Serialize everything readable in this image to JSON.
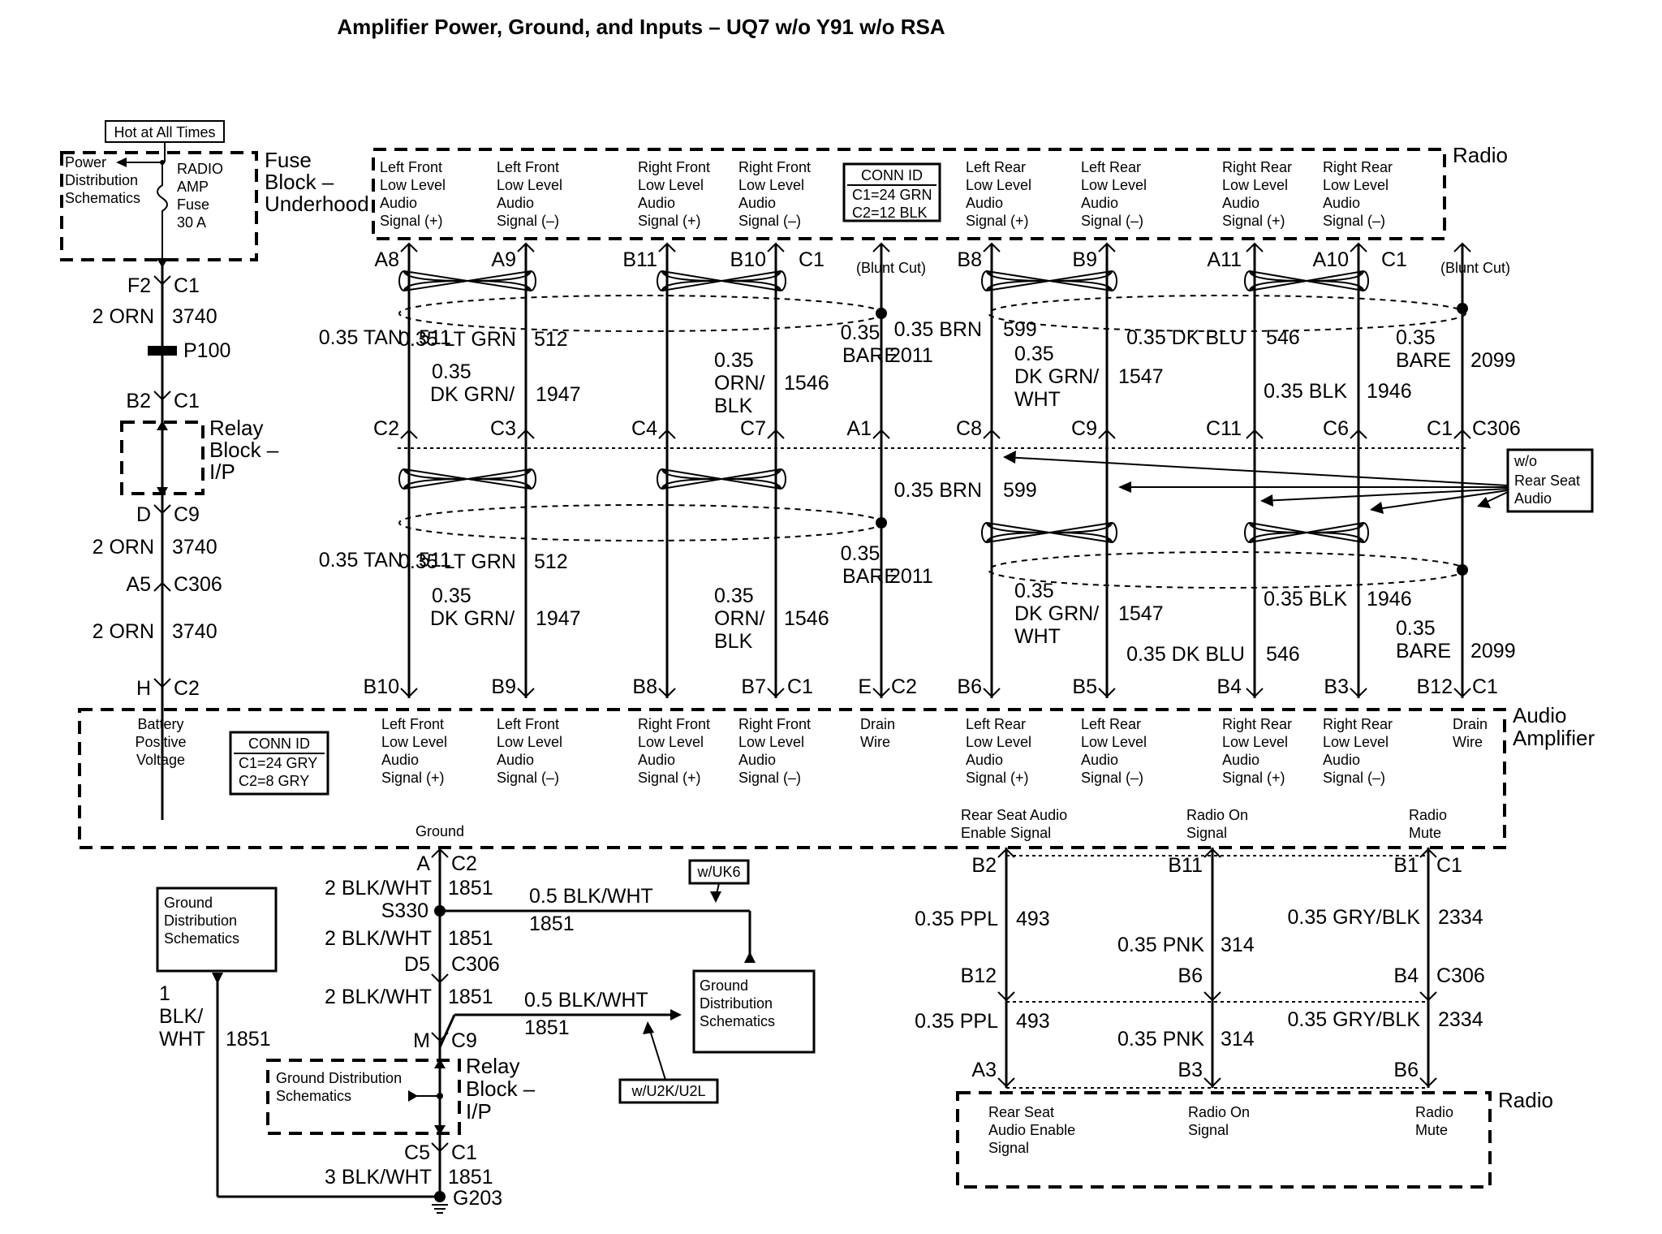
{
  "title": "Amplifier Power, Ground, and Inputs – UQ7 w/o Y91 w/o RSA",
  "power": {
    "hot": "Hot at All Times",
    "pds": [
      "Power",
      "Distribution",
      "Schematics"
    ],
    "fuse": [
      "RADIO",
      "AMP",
      "Fuse",
      "30 A"
    ],
    "fuse_block": [
      "Fuse",
      "Block –",
      "Underhood"
    ],
    "f2": "F2",
    "c1": "C1",
    "orn": "2 ORN",
    "c3740": "3740",
    "p100": "P100",
    "b2": "B2",
    "relay": [
      "Relay",
      "Block –",
      "I/P"
    ],
    "d": "D",
    "c9": "C9",
    "a5": "A5",
    "c306": "C306",
    "h": "H",
    "c2": "C2"
  },
  "radio": {
    "label": "Radio",
    "signals": [
      [
        "Left Front",
        "Low Level",
        "Audio",
        "Signal (+)"
      ],
      [
        "Left Front",
        "Low Level",
        "Audio",
        "Signal (–)"
      ],
      [
        "Right Front",
        "Low Level",
        "Audio",
        "Signal (+)"
      ],
      [
        "Right Front",
        "Low Level",
        "Audio",
        "Signal (–)"
      ],
      [
        "Left Rear",
        "Low Level",
        "Audio",
        "Signal (+)"
      ],
      [
        "Left Rear",
        "Low Level",
        "Audio",
        "Signal (–)"
      ],
      [
        "Right Rear",
        "Low Level",
        "Audio",
        "Signal (+)"
      ],
      [
        "Right Rear",
        "Low Level",
        "Audio",
        "Signal (–)"
      ]
    ],
    "conn_id": [
      "CONN ID",
      "C1=24 GRN",
      "C2=12 BLK"
    ]
  },
  "top_pins": [
    "A8",
    "A9",
    "B11",
    "B10",
    "C1",
    "B8",
    "B9",
    "A11",
    "A10",
    "C1"
  ],
  "blunt_cut": "(Blunt Cut)",
  "mid_pins": [
    "C2",
    "C3",
    "C4",
    "C7",
    "A1",
    "C8",
    "C9",
    "C11",
    "C6",
    "C1",
    "C306"
  ],
  "bottom_pins": [
    "B10",
    "B9",
    "B8",
    "B7",
    "C1",
    "E",
    "C2",
    "B6",
    "B5",
    "B4",
    "B3",
    "B12",
    "C1"
  ],
  "wires_upper": [
    "0.35 TAN",
    "511",
    "0.35",
    "DK GRN/",
    "1947",
    "0.35 LT GRN",
    "512",
    "0.35",
    "ORN/",
    "BLK",
    "1546",
    "0.35",
    "BARE",
    "2011",
    "0.35 BRN",
    "599",
    "0.35",
    "DK GRN/",
    "WHT",
    "1547",
    "0.35 DK BLU",
    "546",
    "0.35 BLK",
    "1946",
    "0.35",
    "BARE",
    "2099"
  ],
  "wires_lower": [
    "0.35 TAN",
    "511",
    "0.35",
    "DK GRN/",
    "1947",
    "0.35 LT GRN",
    "512",
    "0.35",
    "ORN/",
    "BLK",
    "1546",
    "0.35",
    "BARE",
    "2011",
    "0.35 BRN",
    "599",
    "0.35",
    "DK GRN/",
    "WHT",
    "1547",
    "0.35 DK BLU",
    "546",
    "0.35 BLK",
    "1946",
    "0.35",
    "BARE",
    "2099"
  ],
  "rsa_note": [
    "w/o",
    "Rear Seat",
    "Audio"
  ],
  "amp": {
    "label": [
      "Audio",
      "Amplifier"
    ],
    "batt": [
      "Battery",
      "Positive",
      "Voltage"
    ],
    "conn_id": [
      "CONN ID",
      "C1=24 GRY",
      "C2=8 GRY"
    ],
    "signals": [
      [
        "Left Front",
        "Low Level",
        "Audio",
        "Signal (+)"
      ],
      [
        "Left Front",
        "Low Level",
        "Audio",
        "Signal (–)"
      ],
      [
        "Right Front",
        "Low Level",
        "Audio",
        "Signal (+)"
      ],
      [
        "Right Front",
        "Low Level",
        "Audio",
        "Signal (–)"
      ],
      [
        "Drain",
        "Wire"
      ],
      [
        "Left Rear",
        "Low Level",
        "Audio",
        "Signal (+)"
      ],
      [
        "Left Rear",
        "Low Level",
        "Audio",
        "Signal (–)"
      ],
      [
        "Right Rear",
        "Low Level",
        "Audio",
        "Signal (+)"
      ],
      [
        "Right Rear",
        "Low Level",
        "Audio",
        "Signal (–)"
      ],
      [
        "Drain",
        "Wire"
      ]
    ],
    "ground": "Ground",
    "rsa_enable": [
      "Rear Seat Audio",
      "Enable Signal"
    ],
    "radio_on": [
      "Radio On",
      "Signal"
    ],
    "radio_mute": [
      "Radio",
      "Mute"
    ]
  },
  "ground": {
    "a": "A",
    "c2": "C2",
    "w1": "2 BLK/WHT",
    "n1851": "1851",
    "s330": "S330",
    "w05": "0.5 BLK/WHT",
    "uk6": "w/UK6",
    "d5": "D5",
    "c306": "C306",
    "m": "M",
    "c9": "C9",
    "gds": [
      "Ground",
      "Distribution",
      "Schematics"
    ],
    "gds_inline": [
      "Ground Distribution",
      "Schematics"
    ],
    "relay": [
      "Relay",
      "Block –",
      "I/P"
    ],
    "u2k": "w/U2K/U2L",
    "c5": "C5",
    "c1": "C1",
    "w3": "3 BLK/WHT",
    "g203": "G203",
    "left": [
      "1",
      "BLK/",
      "WHT"
    ]
  },
  "bottom_right": {
    "top_pins": [
      "B2",
      "B11",
      "B1",
      "C1"
    ],
    "mid_pins": [
      "B12",
      "B6",
      "B4",
      "C306"
    ],
    "low_pins": [
      "A3",
      "B3",
      "B6"
    ],
    "ppl": "0.35 PPL",
    "n493": "493",
    "pnk": "0.35 PNK",
    "n314": "314",
    "gry": "0.35 GRY/BLK",
    "n2334": "2334",
    "radio": "Radio",
    "rsa": [
      "Rear Seat",
      "Audio Enable",
      "Signal"
    ],
    "on": [
      "Radio On",
      "Signal"
    ],
    "mute": [
      "Radio",
      "Mute"
    ]
  }
}
